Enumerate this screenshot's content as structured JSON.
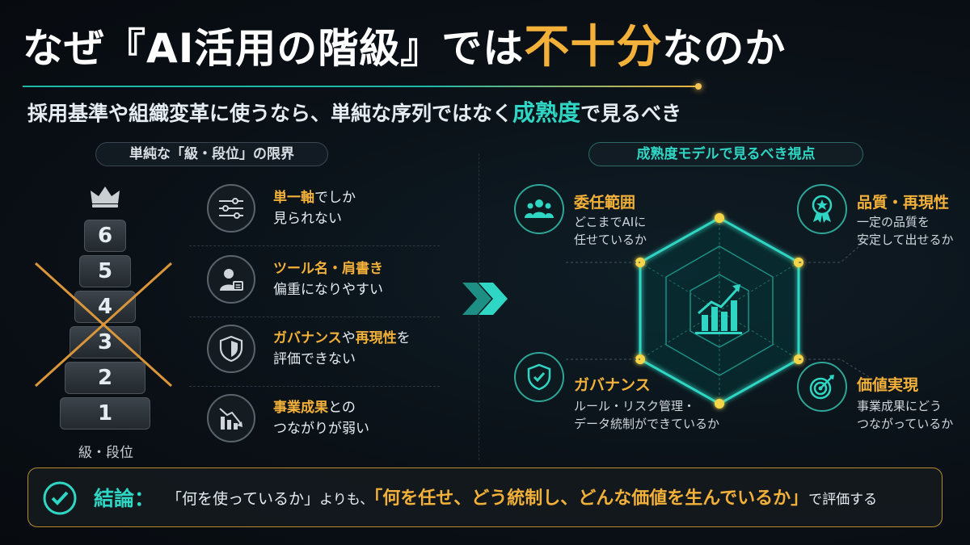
{
  "title": {
    "part1": "なぜ『AI活用の階級』では",
    "highlight": "不十分",
    "part2": "なのか"
  },
  "subtitle": {
    "part1": "採用基準や組織変革に使うなら、単純な序列ではなく",
    "highlight": "成熟度",
    "part2": "で見るべき"
  },
  "left": {
    "heading": "単純な「級・段位」の限界",
    "steps": [
      "6",
      "5",
      "4",
      "3",
      "2",
      "1"
    ],
    "stair_label": "級・段位",
    "limits": [
      {
        "icon": "sliders-icon",
        "strong": "単一軸",
        "rest1": "でしか",
        "line2": "見られない"
      },
      {
        "icon": "user-badge-icon",
        "strong": "ツール名・肩書き",
        "rest1": "",
        "line2": "偏重になりやすい"
      },
      {
        "icon": "shield-icon",
        "strong": "ガバナンス",
        "mid": "や",
        "strong2": "再現性",
        "rest1": "を",
        "line2": "評価できない"
      },
      {
        "icon": "chart-down-icon",
        "strong": "事業成果",
        "rest1": "との",
        "line2": "つながりが弱い"
      }
    ]
  },
  "right": {
    "heading": "成熟度モデルで見るべき視点",
    "items": [
      {
        "icon": "team-icon",
        "title": "委任範囲",
        "line1": "どこまでAIに",
        "line2": "任せているか"
      },
      {
        "icon": "award-icon",
        "title": "品質・再現性",
        "line1": "一定の品質を",
        "line2": "安定して出せるか"
      },
      {
        "icon": "shield-check-icon",
        "title": "ガバナンス",
        "line1": "ルール・リスク管理・",
        "line2": "データ統制ができているか"
      },
      {
        "icon": "target-icon",
        "title": "価値実現",
        "line1": "事業成果にどう",
        "line2": "つながっているか"
      }
    ]
  },
  "conclusion": {
    "label": "結論：",
    "part1": "「何を使っているか」",
    "part2": "よりも、",
    "highlight": "「何を任せ、どう統制し、どんな価値を生んでいるか」",
    "part3": "で評価する"
  },
  "colors": {
    "accent": "#f3b13a",
    "teal": "#2fd6c3",
    "background": "#0a1016"
  }
}
